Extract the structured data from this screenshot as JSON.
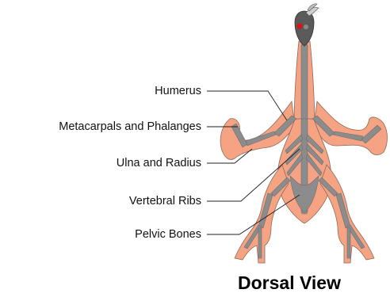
{
  "diagram": {
    "title": "Dorsal View",
    "labels": [
      {
        "id": "humerus",
        "text": "Humerus"
      },
      {
        "id": "metacarpals",
        "text": "Metacarpals and Phalanges"
      },
      {
        "id": "ulna",
        "text": "Ulna and Radius"
      },
      {
        "id": "vertebral-ribs",
        "text": "Vertebral Ribs"
      },
      {
        "id": "pelvic",
        "text": "Pelvic Bones"
      }
    ],
    "colors": {
      "skin": "#f6a383",
      "bone": "#8c8c8c",
      "bone_dark": "#6e6e6e",
      "head": "#5a5a5a",
      "beak": "#cfcfcf",
      "comb": "#e01010",
      "outline": "#6b6b6b",
      "leader_line": "#222222"
    }
  }
}
